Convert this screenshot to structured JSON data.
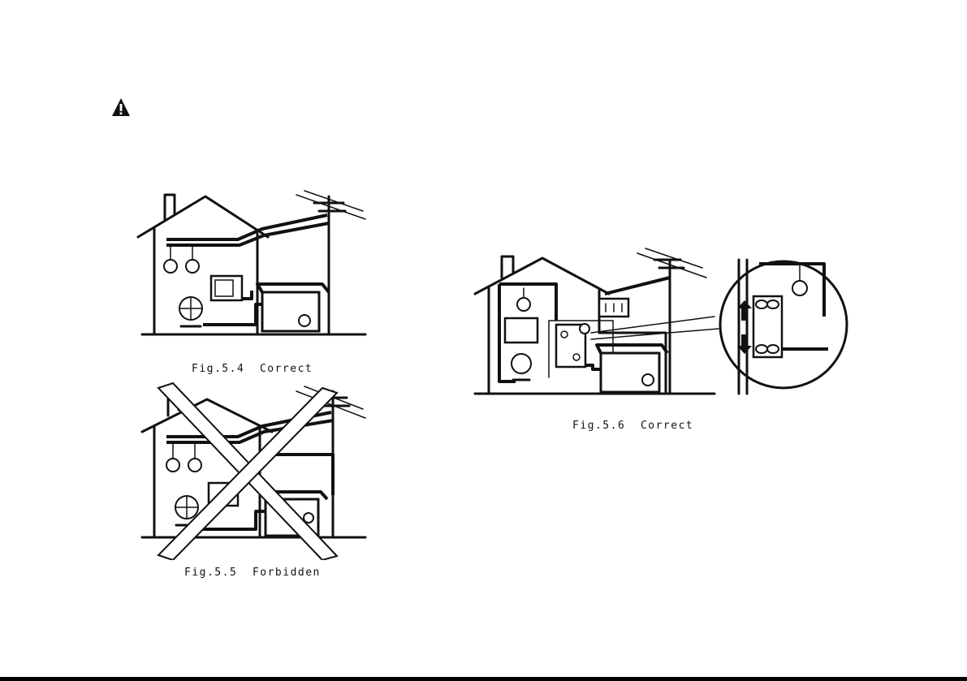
{
  "figures": [
    {
      "id": "fig-5-4",
      "caption": "Fig.5.4  Correct"
    },
    {
      "id": "fig-5-5",
      "caption": "Fig.5.5  Forbidden"
    },
    {
      "id": "fig-5-6",
      "caption": "Fig.5.6  Correct"
    }
  ],
  "icons": {
    "warning": "warning-triangle-icon"
  }
}
